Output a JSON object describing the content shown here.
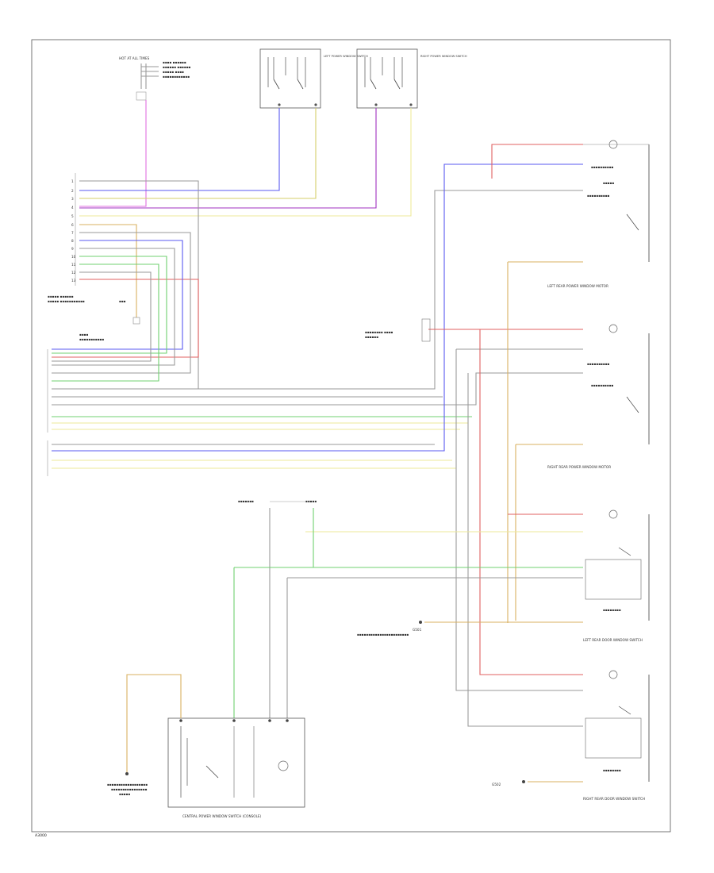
{
  "labels": {
    "comp_left_door": "LEFT POWER WINDOW SWITCH",
    "comp_right_door": "RIGHT POWER WINDOW SWITCH",
    "central_switch": "CENTRAL POWER WINDOW SWITCH (CONSOLE)",
    "left_rear_motor": "LEFT REAR POWER WINDOW MOTOR",
    "right_rear_motor": "RIGHT REAR POWER WINDOW MOTOR",
    "left_rear_switch": "LEFT REAR DOOR WINDOW SWITCH",
    "right_rear_switch": "RIGHT REAR DOOR WINDOW SWITCH",
    "ground_block": "G501",
    "ground_right": "G502",
    "fuse_label": "HOT AT ALL TIMES",
    "page_number": "A3000"
  },
  "colors": {
    "pink": "#e070e0",
    "blue": "#5a5af0",
    "yellow": "#d6cf6a",
    "violet": "#a030c0",
    "green": "#70d070",
    "red": "#e06060",
    "orange": "#d8b060",
    "lightyellow": "#eeea9a",
    "gray": "#9a9a9a",
    "frame": "#555555"
  }
}
